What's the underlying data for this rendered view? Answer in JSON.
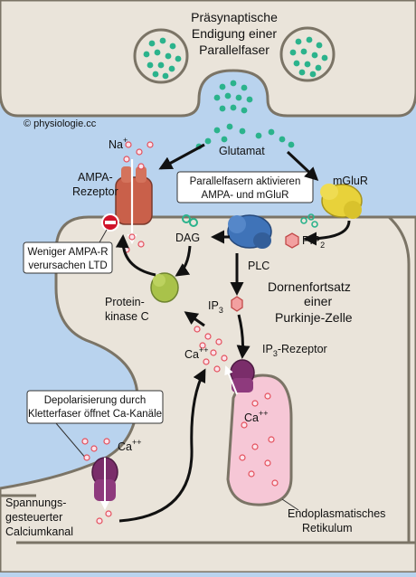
{
  "labels": {
    "presyn_line1": "Präsynaptische",
    "presyn_line2": "Endigung einer",
    "presyn_line3": "Parallelfaser",
    "copyright": "© physiologie.cc",
    "glutamat": "Glutamat",
    "na_base": "Na",
    "na_sup": "+",
    "ampa_line1": "AMPA-",
    "ampa_line2": "Rezeptor",
    "mglur": "mGluR",
    "callout_pf_line1": "Parallelfasern aktivieren",
    "callout_pf_line2": "AMPA- und mGluR",
    "dag": "DAG",
    "pip_base": "PIP",
    "pip_sub": "2",
    "plc": "PLC",
    "callout_ltd_line1": "Weniger AMPA-R",
    "callout_ltd_line2": "verursachen LTD",
    "pkc_line1": "Protein-",
    "pkc_line2": "kinase C",
    "ip3_base": "IP",
    "ip3_sub": "3",
    "dorn_line1": "Dornenfortsatz",
    "dorn_line2": "einer",
    "dorn_line3": "Purkinje-Zelle",
    "ca_base": "Ca",
    "ca_sup": "++",
    "ip3r_base": "IP",
    "ip3r_sub": "3",
    "ip3r_rest": "-Rezeptor",
    "ca_er_base": "Ca",
    "ca_er_sup": "++",
    "callout_cf_line1": "Depolarisierung durch",
    "callout_cf_line2": "Kletterfaser öffnet Ca-Kanäle",
    "ca_chan_base": "Ca",
    "ca_chan_sup": "++",
    "vgcc_line1": "Spannungs-",
    "vgcc_line2": "gesteuerter",
    "vgcc_line3": "Calciumkanal",
    "er_line1": "Endoplasmatisches",
    "er_line2": "Retikulum"
  },
  "colors": {
    "background": "#b9d3ee",
    "membrane_fill": "#eae4da",
    "membrane_stroke": "#7b7466",
    "vesicle_dot": "#2bb38c",
    "ion_dot": "#e4505c",
    "ampa": "#c9604a",
    "mglur": "#e8d23a",
    "plc": "#3f73b8",
    "pkc": "#a9c24a",
    "ip3r": "#7a2d6a",
    "er_fill": "#f6c7d6",
    "arrow": "#111111"
  }
}
